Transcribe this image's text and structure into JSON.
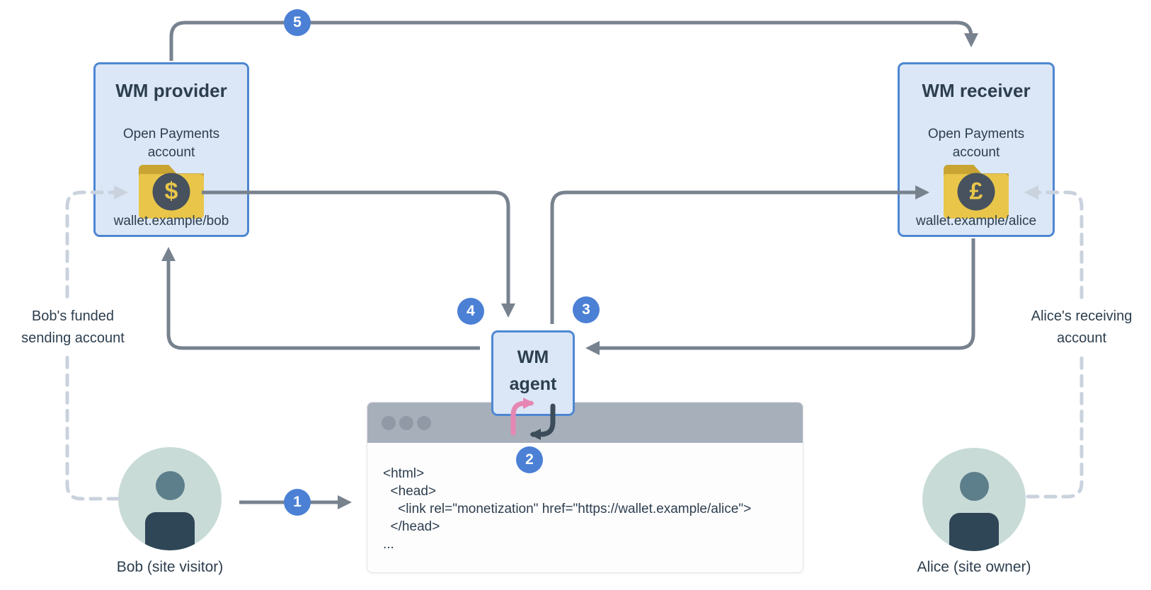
{
  "diagram": {
    "provider": {
      "title": "WM provider",
      "subtitle": "Open Payments account",
      "wallet": "wallet.example/bob",
      "currency_symbol": "$"
    },
    "receiver": {
      "title": "WM receiver",
      "subtitle": "Open Payments account",
      "wallet": "wallet.example/alice",
      "currency_symbol": "£"
    },
    "agent": {
      "title": "WM agent"
    },
    "bob": {
      "name": "Bob (site visitor)",
      "annotation": "Bob's funded sending account"
    },
    "alice": {
      "name": "Alice (site owner)",
      "annotation": "Alice's receiving account"
    },
    "steps": [
      "1",
      "2",
      "3",
      "4",
      "5"
    ],
    "browser": {
      "code": "<html>\n  <head>\n    <link rel=\"monetization\" href=\"https://wallet.example/alice\">\n  </head>\n..."
    },
    "colors": {
      "box_fill": "#dbe7f7",
      "box_border": "#4e87d1",
      "arrow": "#78828f",
      "dashed": "#c9d2dd",
      "badge": "#4b80d5",
      "folder": "#e9c64a",
      "loop_pink": "#e687b3",
      "loop_dark": "#3c4c59"
    }
  }
}
